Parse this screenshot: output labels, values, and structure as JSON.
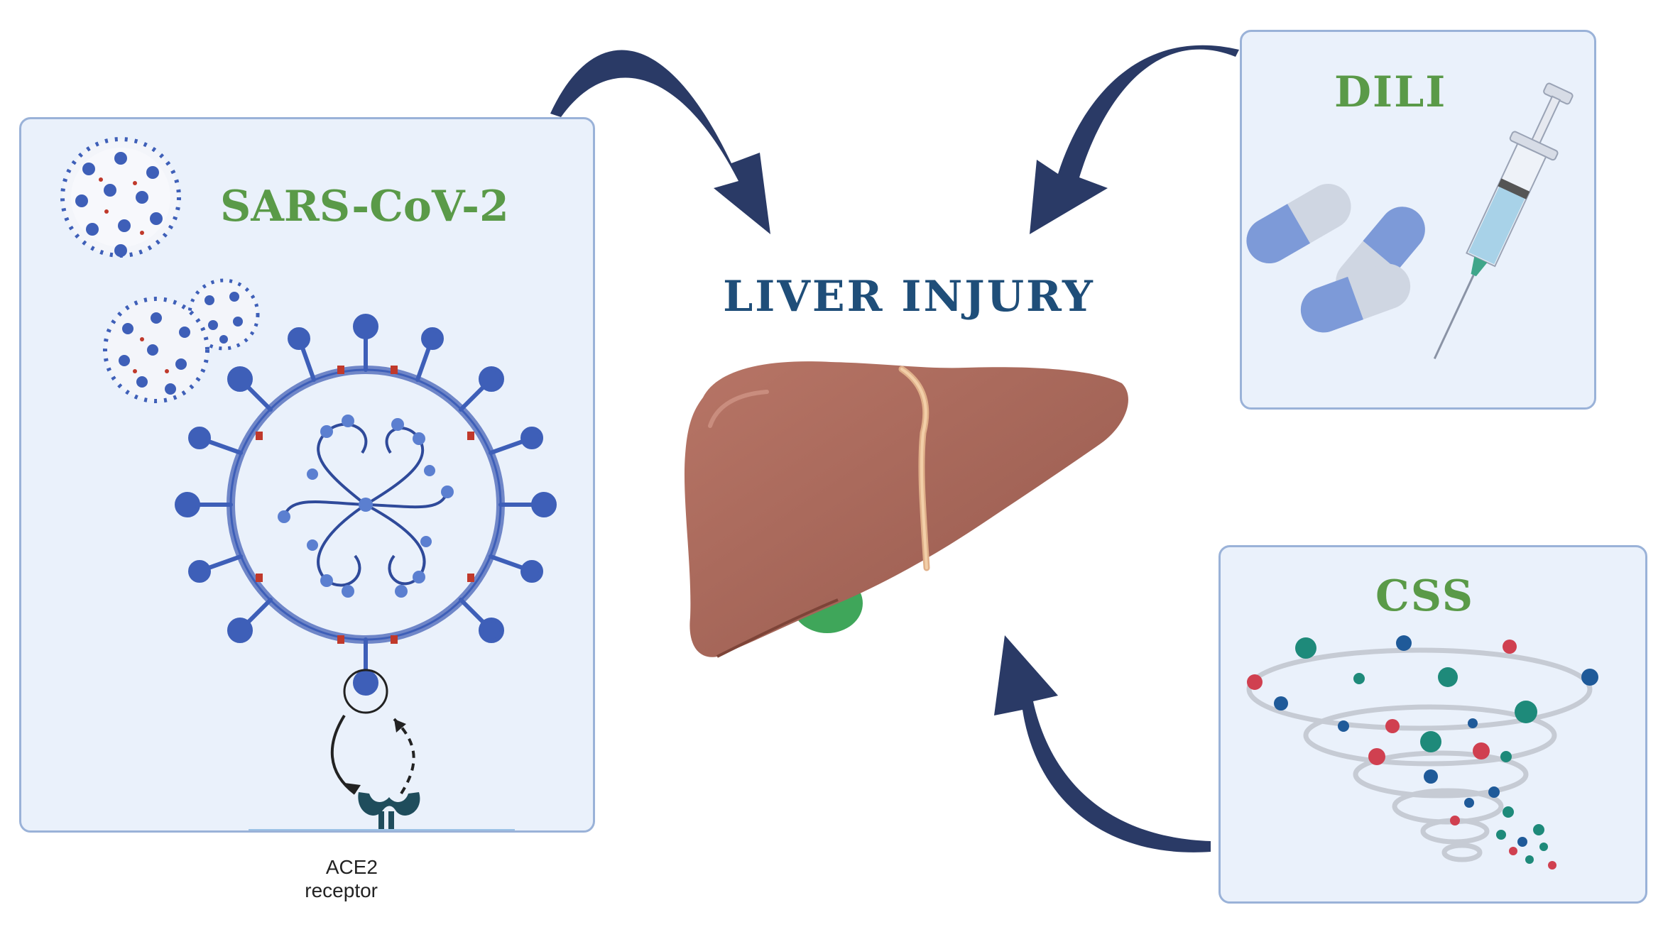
{
  "center": {
    "title": "LIVER INJURY"
  },
  "panels": {
    "sars": {
      "title": "SARS-CoV-2",
      "receptor_label_line1": "ACE2",
      "receptor_label_line2": "receptor"
    },
    "dili": {
      "title": "DILI"
    },
    "css": {
      "title": "CSS"
    }
  },
  "colors": {
    "arrow": "#2a3a66",
    "panel_bg": "#eaf1fb",
    "panel_border": "#9ab2d8",
    "panel_title": "#5a9a48",
    "center_title": "#1f4e79",
    "liver": "#a86a5e",
    "gallbladder": "#3fa65a",
    "virus_blue": "#3e5fb8",
    "pill_blue": "#7d9ad8",
    "cytokine_teal": "#1e8a7a",
    "cytokine_red": "#d04050",
    "cytokine_navy": "#1f5a99"
  },
  "icons": [
    "virus-icon",
    "virion-icon",
    "ace2-receptor-icon",
    "liver-icon",
    "capsule-icon",
    "syringe-icon",
    "cytokine-storm-icon",
    "curved-arrow-icon"
  ]
}
